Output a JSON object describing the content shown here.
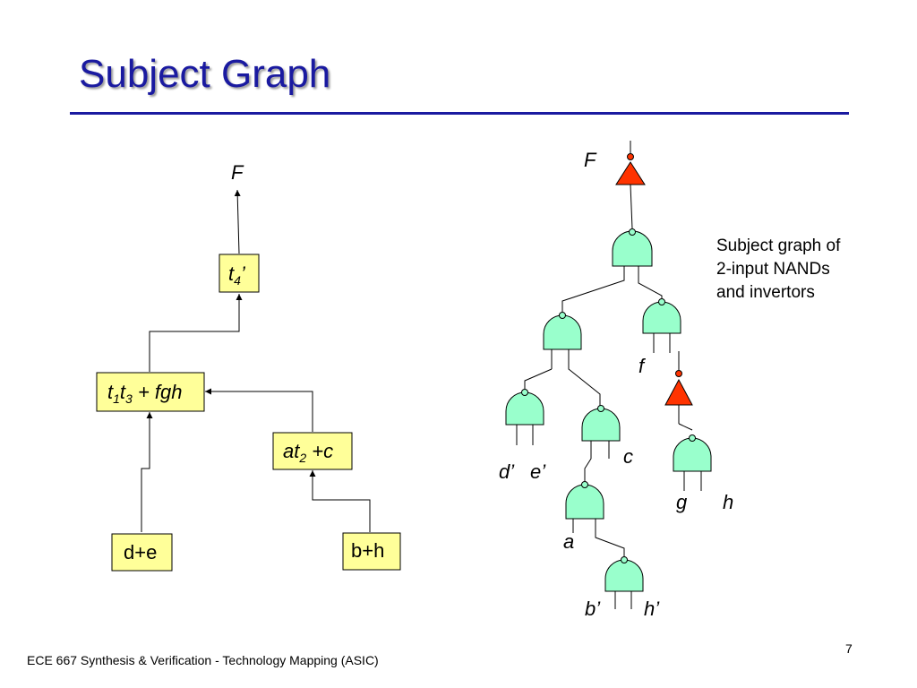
{
  "slide": {
    "title": "Subject Graph",
    "footer": "ECE 667 Synthesis & Verification - Technology Mapping (ASIC)",
    "page_number": "7"
  },
  "left_graph": {
    "output_label": "F",
    "nodes": {
      "t4": {
        "base": "t",
        "sub": "4",
        "suffix": "’"
      },
      "mid": {
        "t": "t",
        "sub1": "1",
        "t3": "t",
        "sub3": "3",
        "rest": " + fgh"
      },
      "at2c": {
        "a": "at",
        "sub": "2",
        "rest": " +c"
      },
      "de": "d+e",
      "bh": "b+h"
    }
  },
  "right_graph": {
    "output_label": "F",
    "labels": {
      "f": "f",
      "c": "c",
      "d_prime": "d’",
      "e_prime": "e’",
      "g": "g",
      "h": "h",
      "a": "a",
      "b_prime": "b’",
      "h_prime": "h’"
    },
    "note_lines": [
      "Subject graph of",
      "2-input NANDs",
      "and invertors"
    ]
  },
  "colors": {
    "title": "#1a1aa0",
    "box_fill": "#ffff99",
    "nand_fill": "#99ffcc",
    "inverter_fill": "#ff3300"
  }
}
